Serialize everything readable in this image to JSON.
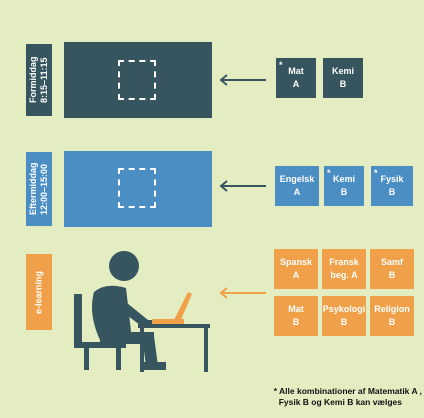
{
  "colors": {
    "background": "#e4ecc2",
    "morning": "#36555e",
    "afternoon": "#4b8ec4",
    "elearning": "#f0a048",
    "figure": "#36555e",
    "laptop": "#f0a048"
  },
  "rows": [
    {
      "label": "Formiddag\n8:15–11:15",
      "cards": [
        {
          "line1": "Mat",
          "line2": "A",
          "star": "*"
        },
        {
          "line1": "Kemi",
          "line2": "B",
          "star": ""
        }
      ]
    },
    {
      "label": "Eftermiddag\n12:00–15:00",
      "cards": [
        {
          "line1": "Engelsk",
          "line2": "A",
          "star": ""
        },
        {
          "line1": "Kemi",
          "line2": "B",
          "star": "*"
        },
        {
          "line1": "Fysik",
          "line2": "B",
          "star": "*"
        }
      ]
    },
    {
      "label": "e-learning",
      "cards": [
        {
          "line1": "Spansk",
          "line2": "A"
        },
        {
          "line1": "Fransk",
          "line2": "beg. A"
        },
        {
          "line1": "Samf",
          "line2": "B"
        },
        {
          "line1": "Mat",
          "line2": "B"
        },
        {
          "line1": "Psykologi",
          "line2": "B"
        },
        {
          "line1": "Religion",
          "line2": "B"
        }
      ]
    }
  ],
  "footnote": {
    "line1": "* Alle kombinationer af Matematik A ,",
    "line2": "Fysik B og Kemi B kan vælges"
  }
}
